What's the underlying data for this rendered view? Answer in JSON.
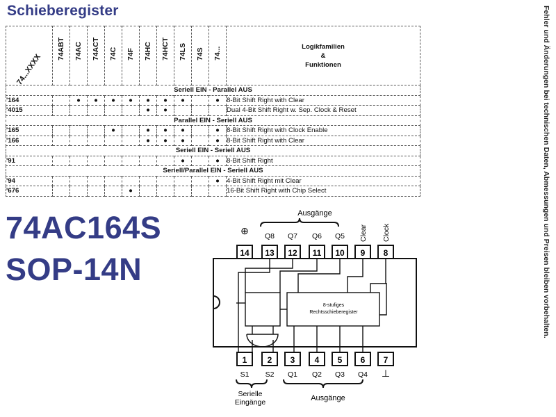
{
  "title": "Schieberegister",
  "side_note": "Fehler und Änderungen bei technischen Daten, Abmessungen und Preisen bleiben vorbehalten.",
  "table": {
    "corner_label": "74...XXXX",
    "families": [
      "74ABT",
      "74AC",
      "74ACT",
      "74C",
      "74F",
      "74HC",
      "74HCT",
      "74LS",
      "74S",
      "74..."
    ],
    "func_header": [
      "Logikfamilien",
      "&",
      "Funktionen"
    ],
    "sections": [
      {
        "title": "Seriell EIN - Parallel AUS",
        "rows": [
          {
            "code": "'164",
            "marks": [
              0,
              1,
              1,
              1,
              1,
              1,
              1,
              1,
              0,
              1
            ],
            "function": "8-Bit Shift Right with Clear"
          },
          {
            "code": "'4015",
            "marks": [
              0,
              0,
              0,
              0,
              0,
              1,
              1,
              0,
              0,
              0
            ],
            "function": "Dual 4-Bit Shift Right w. Sep. Clock & Reset"
          }
        ]
      },
      {
        "title": "Parallel EIN - Seriell AUS",
        "rows": [
          {
            "code": "'165",
            "marks": [
              0,
              0,
              0,
              1,
              0,
              1,
              1,
              1,
              0,
              1
            ],
            "function": "8-Bit Shift Right with Clock Enable"
          },
          {
            "code": "'166",
            "marks": [
              0,
              0,
              0,
              0,
              0,
              1,
              1,
              1,
              0,
              1
            ],
            "function": "8-Bit Shift Right with Clear"
          }
        ]
      },
      {
        "title": "Seriell EIN - Seriell AUS",
        "rows": [
          {
            "code": "'91",
            "marks": [
              0,
              0,
              0,
              0,
              0,
              0,
              0,
              1,
              0,
              1
            ],
            "function": "8-Bit Shift Right"
          }
        ]
      },
      {
        "title": "Seriell/Parallel EIN - Seriell AUS",
        "rows": [
          {
            "code": "'94",
            "marks": [
              0,
              0,
              0,
              0,
              0,
              0,
              0,
              0,
              0,
              1
            ],
            "function": "4-Bit Shift Right mit Clear"
          },
          {
            "code": "'676",
            "marks": [
              0,
              0,
              0,
              0,
              1,
              0,
              0,
              0,
              0,
              0
            ],
            "function": "16-Bit Shift Right with Chip Select"
          }
        ]
      }
    ]
  },
  "part_number": "74AC164S",
  "package": "SOP-14N",
  "dot_symbol": "●",
  "diagram": {
    "outputs_top_label": "Ausgänge",
    "top_pins": [
      {
        "num": "14",
        "label": "⊕"
      },
      {
        "num": "13",
        "label": "Q8"
      },
      {
        "num": "12",
        "label": "Q7"
      },
      {
        "num": "11",
        "label": "Q6"
      },
      {
        "num": "10",
        "label": "Q5"
      },
      {
        "num": "9",
        "label": "Clear"
      },
      {
        "num": "8",
        "label": "Clock"
      }
    ],
    "bottom_pins": [
      {
        "num": "1",
        "label": "S1"
      },
      {
        "num": "2",
        "label": "S2"
      },
      {
        "num": "3",
        "label": "Q1"
      },
      {
        "num": "4",
        "label": "Q2"
      },
      {
        "num": "5",
        "label": "Q3"
      },
      {
        "num": "6",
        "label": "Q4"
      },
      {
        "num": "7",
        "label": "⊥"
      }
    ],
    "register_label_1": "8-stufiges",
    "register_label_2": "Rechtsschieberegister",
    "serial_inputs_label_1": "Serielle",
    "serial_inputs_label_2": "Eingänge",
    "outputs_bottom_label": "Ausgänge"
  }
}
